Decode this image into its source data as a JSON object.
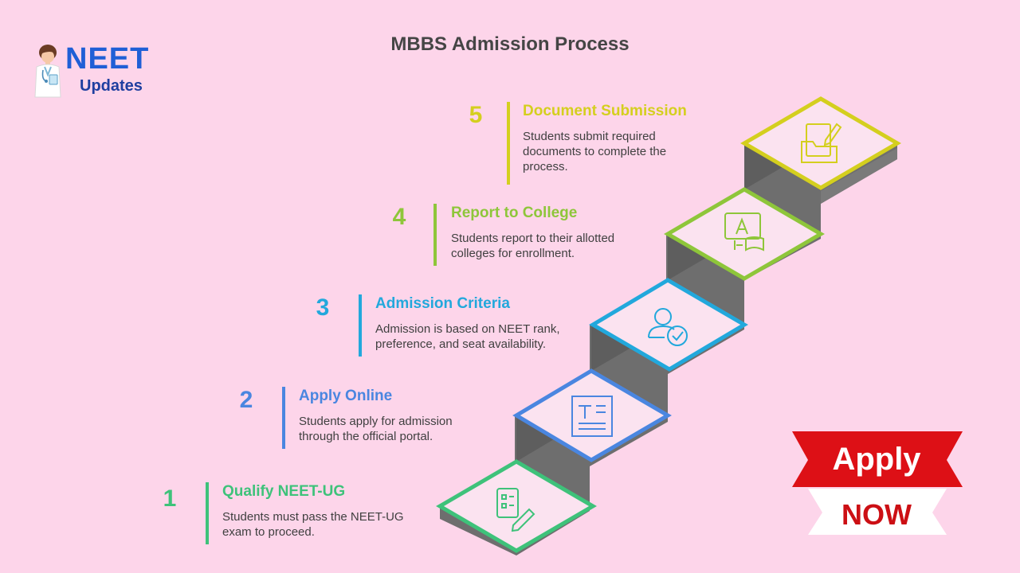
{
  "title": "MBBS Admission Process",
  "logo": {
    "line1": "NEET",
    "line2": "Updates"
  },
  "steps": [
    {
      "number": "1",
      "title": "Qualify NEET-UG",
      "description": "Students must pass the NEET-UG\nexam to proceed.",
      "color": "#3ec27a",
      "icon": "checklist-edit-icon"
    },
    {
      "number": "2",
      "title": "Apply Online",
      "description": "Students apply for admission\nthrough the official portal.",
      "color": "#4a86e0",
      "icon": "text-document-icon"
    },
    {
      "number": "3",
      "title": "Admission Criteria",
      "description": "Admission is based on NEET rank,\npreference, and seat availability.",
      "color": "#22a8dc",
      "icon": "person-check-icon"
    },
    {
      "number": "4",
      "title": "Report to College",
      "description": "Students report to their allotted\ncolleges for enrollment.",
      "color": "#8ec63a",
      "icon": "learning-screen-icon"
    },
    {
      "number": "5",
      "title": "Document Submission",
      "description": "Students submit required\ndocuments to complete the\nprocess.",
      "color": "#d4cf1e",
      "icon": "document-folder-icon"
    }
  ],
  "cta": {
    "line1": "Apply",
    "line2": "NOW",
    "primary_color": "#dd1016"
  }
}
